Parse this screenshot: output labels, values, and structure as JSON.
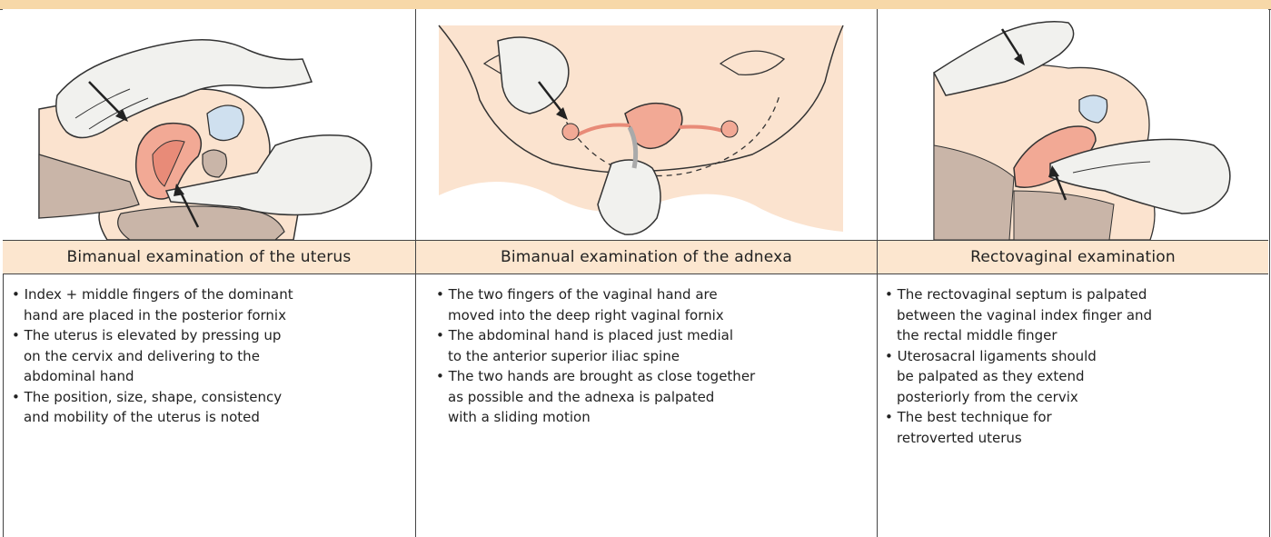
{
  "panels": [
    {
      "heading": "Bimanual examination of the uterus",
      "bullets": [
        "Index + middle fingers of the dominant\nhand are placed in the posterior fornix",
        "The uterus is elevated by pressing up\non the cervix and delivering to the\nabdominal hand",
        "The position, size, shape, consistency\nand mobility of the uterus is noted"
      ]
    },
    {
      "heading": "Bimanual examination of the adnexa",
      "bullets": [
        "The two fingers of the vaginal hand are\nmoved into the deep right vaginal fornix",
        "The abdominal hand is placed just medial\nto the anterior superior iliac spine",
        "The two hands are brought as close together\nas possible and the adnexa is palpated\nwith a sliding motion"
      ]
    },
    {
      "heading": "Rectovaginal examination",
      "bullets": [
        "The rectovaginal septum is palpated\nbetween the vaginal index finger and\nthe rectal middle finger",
        "Uterosacral ligaments should\nbe palpated as they extend\nposteriorly from the cervix",
        "The best technique for\nretroverted uterus"
      ]
    }
  ],
  "colors": {
    "top_bar": "#f7d8a8",
    "heading_band": "#fce6cf",
    "skin": "#fbe3cf",
    "tissue": "#c9b5a8",
    "uterus": "#f2a995",
    "bladder": "#cfe0ef",
    "glove": "#f1f1ee",
    "outline": "#333333"
  }
}
